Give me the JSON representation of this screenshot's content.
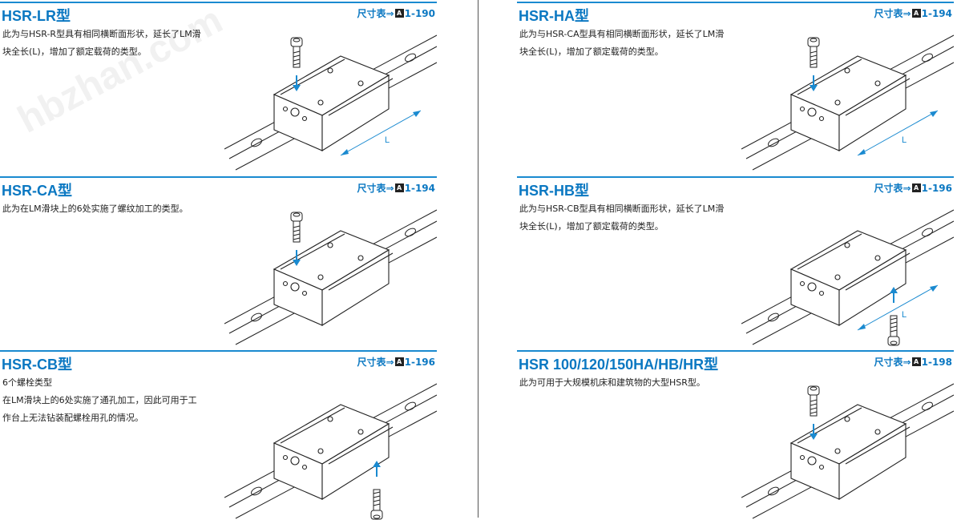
{
  "sections": [
    {
      "title": "HSR-LR型",
      "ref_prefix": "尺寸表⇒",
      "ref_badge": "A",
      "ref_page": "1-190",
      "desc": [
        "此为与HSR-R型具有相同横断面形状，延长了LM滑",
        "块全长(L)，增加了额定载荷的类型。"
      ],
      "dim_label": "L"
    },
    {
      "title": "HSR-CA型",
      "ref_prefix": "尺寸表⇒",
      "ref_badge": "A",
      "ref_page": "1-194",
      "desc": [
        "此为在LM滑块上的6处实施了螺纹加工的类型。"
      ]
    },
    {
      "title": "HSR-CB型",
      "ref_prefix": "尺寸表⇒",
      "ref_badge": "A",
      "ref_page": "1-196",
      "desc": [
        "6个螺栓类型",
        "在LM滑块上的6处实施了通孔加工，因此可用于工",
        "作台上无法钻装配螺栓用孔的情况。"
      ]
    },
    {
      "title": "HSR-HA型",
      "ref_prefix": "尺寸表⇒",
      "ref_badge": "A",
      "ref_page": "1-194",
      "desc": [
        "此为与HSR-CA型具有相同横断面形状，延长了LM滑",
        "块全长(L)，增加了额定载荷的类型。"
      ],
      "dim_label": "L"
    },
    {
      "title": "HSR-HB型",
      "ref_prefix": "尺寸表⇒",
      "ref_badge": "A",
      "ref_page": "1-196",
      "desc": [
        "此为与HSR-CB型具有相同横断面形状，延长了LM滑",
        "块全长(L)，增加了额定载荷的类型。"
      ],
      "dim_label": "L"
    },
    {
      "title": "HSR 100/120/150HA/HB/HR型",
      "ref_prefix": "尺寸表⇒",
      "ref_badge": "A",
      "ref_page": "1-198",
      "desc": [
        "此为可用于大规模机床和建筑物的大型HSR型。"
      ]
    }
  ],
  "watermark": "hbzhan.com",
  "colors": {
    "accent": "#0b78c2",
    "rule": "#1a8ad0"
  }
}
